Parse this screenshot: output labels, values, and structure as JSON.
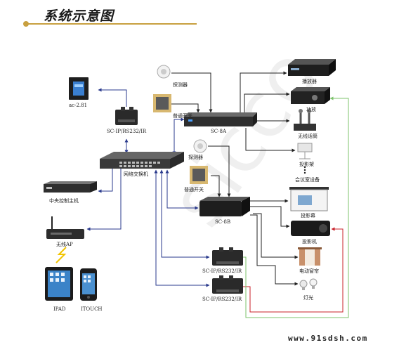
{
  "header": {
    "title": "系统示意图"
  },
  "labels": {
    "ac281": "ac-2.81",
    "scip_top": "SC-IP/RS232/IR",
    "central_host": "中央控制主机",
    "wireless_ap": "无线AP",
    "ipad": "IPAD",
    "itouch": "ITOUCH",
    "switch": "网络交换机",
    "detector1": "探测器",
    "switch1": "普通开关",
    "detector2": "探测器",
    "switch2": "普通开关",
    "sc8a": "SC-8A",
    "sc8b": "SC-8B",
    "scip_mid": "SC-IP/RS232/IR",
    "scip_bot": "SC-IP/RS232/IR",
    "player": "播放器",
    "amplifier": "功放",
    "wireless_mic": "无线话筒",
    "projector_stand": "投影架",
    "conference": "会议室设备",
    "screen": "投影幕",
    "projector": "投影机",
    "curtain": "电动窗帘",
    "light": "灯光"
  },
  "watermark": "sicco",
  "footer": "www.91sdsh.com",
  "colors": {
    "line": "#2a3a8c",
    "red": "#c8202a",
    "green": "#7cc36b",
    "black": "#222222",
    "accent": "#c8a040"
  }
}
